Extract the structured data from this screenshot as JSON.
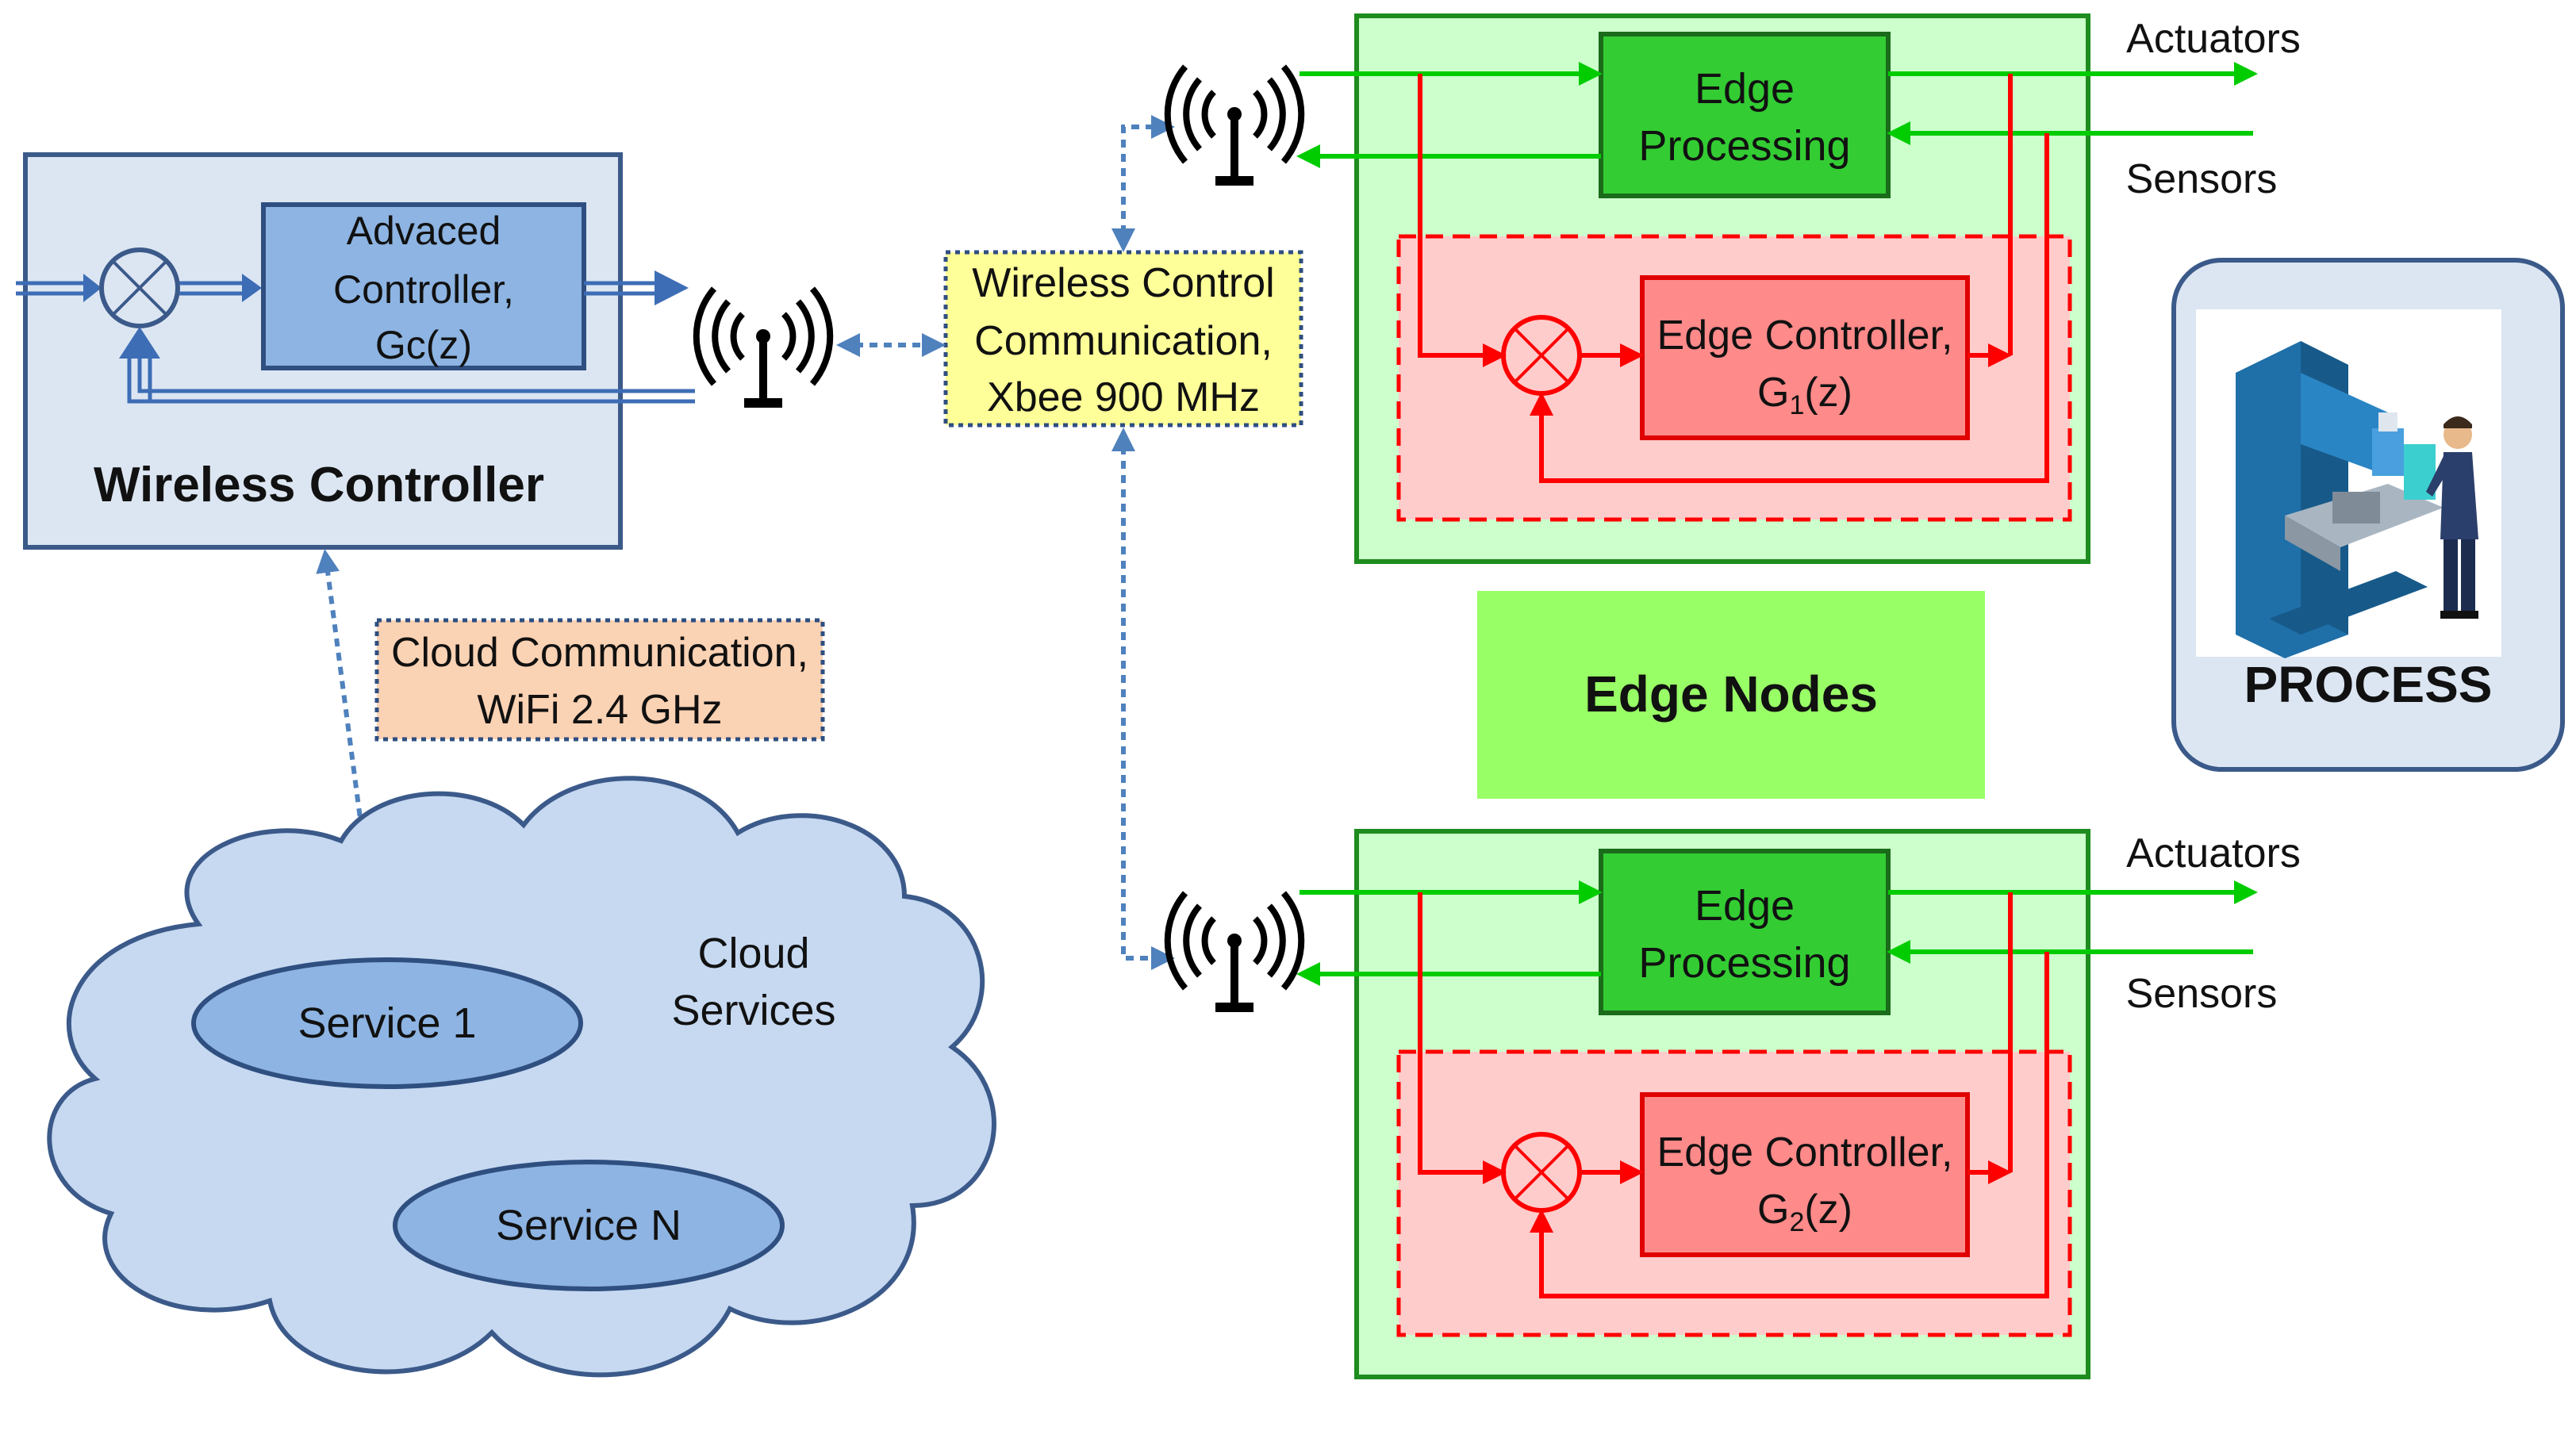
{
  "wireless_controller": {
    "title": "Wireless Controller",
    "controller_block": {
      "line1": "Advaced",
      "line2": "Controller,",
      "line3": "Gc(z)"
    }
  },
  "wireless_comm": {
    "line1": "Wireless Control",
    "line2": "Communication,",
    "line3": "Xbee 900 MHz"
  },
  "cloud_comm": {
    "line1": "Cloud Communication,",
    "line2": "WiFi 2.4 GHz"
  },
  "cloud": {
    "label_line1": "Cloud",
    "label_line2": "Services",
    "services": [
      "Service 1",
      "Service N"
    ]
  },
  "edge_nodes_label": "Edge Nodes",
  "edge_nodes": [
    {
      "processing": {
        "line1": "Edge",
        "line2": "Processing"
      },
      "controller": {
        "line1": "Edge Controller,",
        "g": "G",
        "sub": "1",
        "tail": "(z)"
      },
      "actuators": "Actuators",
      "sensors": "Sensors"
    },
    {
      "processing": {
        "line1": "Edge",
        "line2": "Processing"
      },
      "controller": {
        "line1": "Edge Controller,",
        "g": "G",
        "sub": "2",
        "tail": "(z)"
      },
      "actuators": "Actuators",
      "sensors": "Sensors"
    }
  ],
  "process": {
    "label": "PROCESS"
  },
  "colors": {
    "controller_panel_fill": "#dce6f2",
    "controller_panel_stroke": "#3b5a8a",
    "controller_block_fill": "#8db4e2",
    "edge_panel_fill": "#ccffcc",
    "edge_panel_stroke": "#1e8c1e",
    "edge_processing_fill": "#33cc33",
    "edge_control_zone_fill": "#ffcccc",
    "edge_controller_fill": "#ff8a8a",
    "red_signal": "#ff0000",
    "green_signal": "#00cc00",
    "edge_nodes_fill": "#99ff66",
    "wireless_comm_fill": "#ffff99",
    "cloud_comm_fill": "#fad2b4",
    "cloud_fill": "#c6d9f1",
    "service_fill": "#8db4e2",
    "link_dotted": "#4f81bd",
    "process_panel_fill": "#dce6f2"
  },
  "icons": [
    "antenna-icon",
    "summing-junction-icon",
    "milling-machine-operator-icon"
  ]
}
